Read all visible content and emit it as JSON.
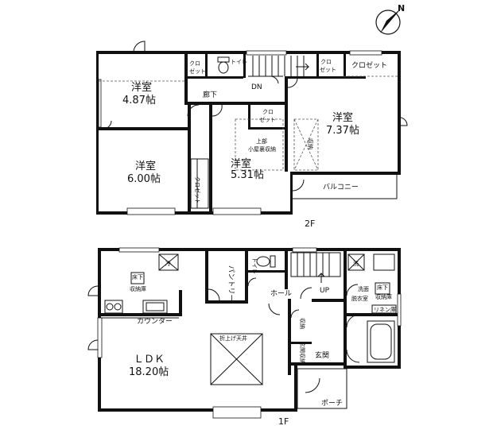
{
  "compass": {
    "north": "N"
  },
  "floor2": {
    "label": "2F",
    "rooms": {
      "bedroom1_name": "洋室",
      "bedroom1_size": "4.87帖",
      "bedroom2_name": "洋室",
      "bedroom2_size": "6.00帖",
      "bedroom3_name": "洋室",
      "bedroom3_size": "5.31帖",
      "bedroom4_name": "洋室",
      "bedroom4_size": "7.37帖",
      "closet_a1": "クロ",
      "closet_a2": "ゼット",
      "toilet": "トイレ",
      "closet_b1": "クロ",
      "closet_b2": "ゼット",
      "closet_c": "クロゼット",
      "closet_d1": "クロ",
      "closet_d2": "ゼット",
      "closet_e": "クロゼット",
      "hallway": "廊下",
      "stairs_dn": "DN",
      "attic_1": "上部",
      "attic_2": "小屋裏収納",
      "storage": "収納",
      "balcony": "バルコニー"
    }
  },
  "floor1": {
    "label": "1F",
    "rooms": {
      "ldk_name": "ＬＤＫ",
      "ldk_size": "18.20帖",
      "fridge": "冷",
      "floor_storage_1": "床下",
      "floor_storage_2": "収納庫",
      "counter": "カウンター",
      "pantry": "パントリー",
      "toilet": "トイレ",
      "hall": "ホール",
      "stairs_up": "UP",
      "washer": "洗",
      "dressing_1": "洗面",
      "dressing_2": "脱衣室",
      "floor_storage_b1": "床下",
      "floor_storage_b2": "収納庫",
      "linen": "リネン庫",
      "ceiling": "折上げ天井",
      "storage": "収納",
      "entrance_storage": "玄関収納",
      "entrance": "玄関",
      "porch": "ポーチ"
    }
  }
}
